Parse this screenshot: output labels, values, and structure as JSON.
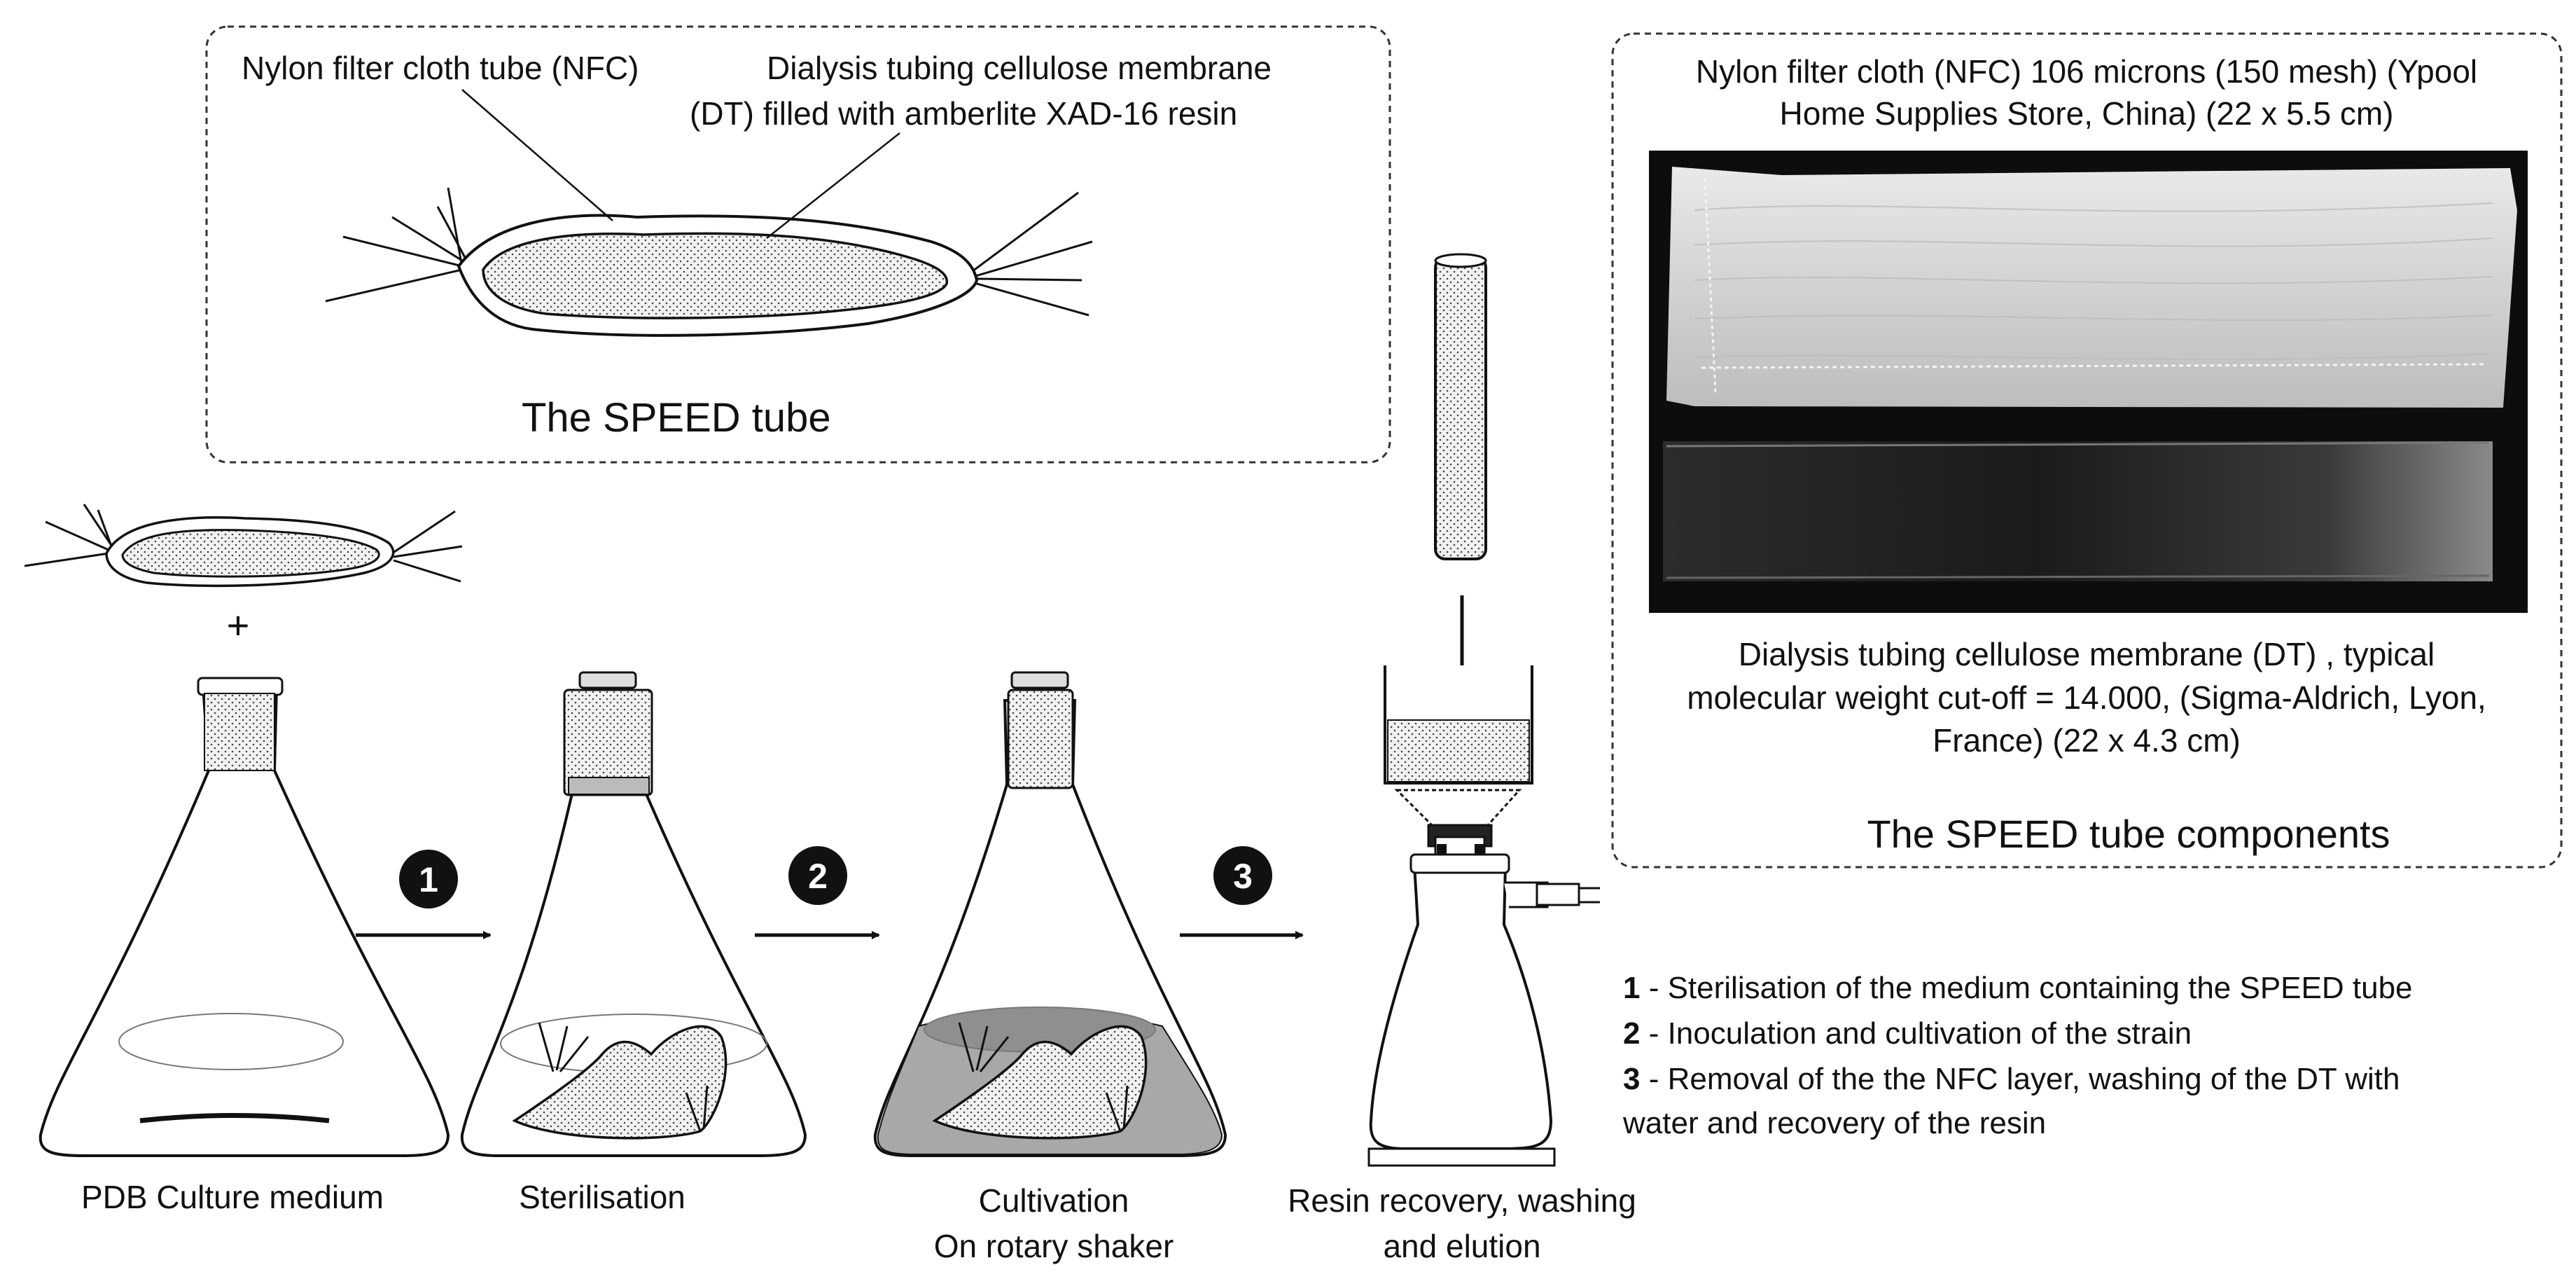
{
  "speed_tube_panel": {
    "label_nfc": "Nylon filter cloth tube (NFC)",
    "label_dt_line1": "Dialysis tubing cellulose membrane",
    "label_dt_line2": "(DT) filled with amberlite XAD-16 resin",
    "title": "The SPEED tube"
  },
  "components_panel": {
    "nfc_line1": "Nylon filter cloth (NFC) 106 microns (150 mesh) (Ypool",
    "nfc_line2": "Home Supplies Store, China) (22 x 5.5 cm)",
    "dt_line1": "Dialysis tubing cellulose membrane (DT) , typical",
    "dt_line2": "molecular weight cut-off = 14.000, (Sigma-Aldrich, Lyon,",
    "dt_line3": "France) (22 x 4.3 cm)",
    "title": "The SPEED tube components"
  },
  "process": {
    "plus": "+",
    "steps": [
      {
        "number": "1"
      },
      {
        "number": "2"
      },
      {
        "number": "3"
      }
    ],
    "stage_labels": {
      "pdb": "PDB Culture medium",
      "sterilisation": "Sterilisation",
      "cultivation_line1": "Cultivation",
      "cultivation_line2": "On rotary shaker",
      "recovery_line1": "Resin recovery, washing",
      "recovery_line2": "and elution"
    }
  },
  "legend": {
    "items": [
      {
        "num": "1",
        "text": " - Sterilisation of the medium containing the SPEED tube"
      },
      {
        "num": "2",
        "text": " - Inoculation and cultivation of the strain"
      },
      {
        "num": "3",
        "text": " - Removal of the the NFC layer, washing of the DT with"
      }
    ],
    "item3_line2": "water and recovery of the resin"
  }
}
